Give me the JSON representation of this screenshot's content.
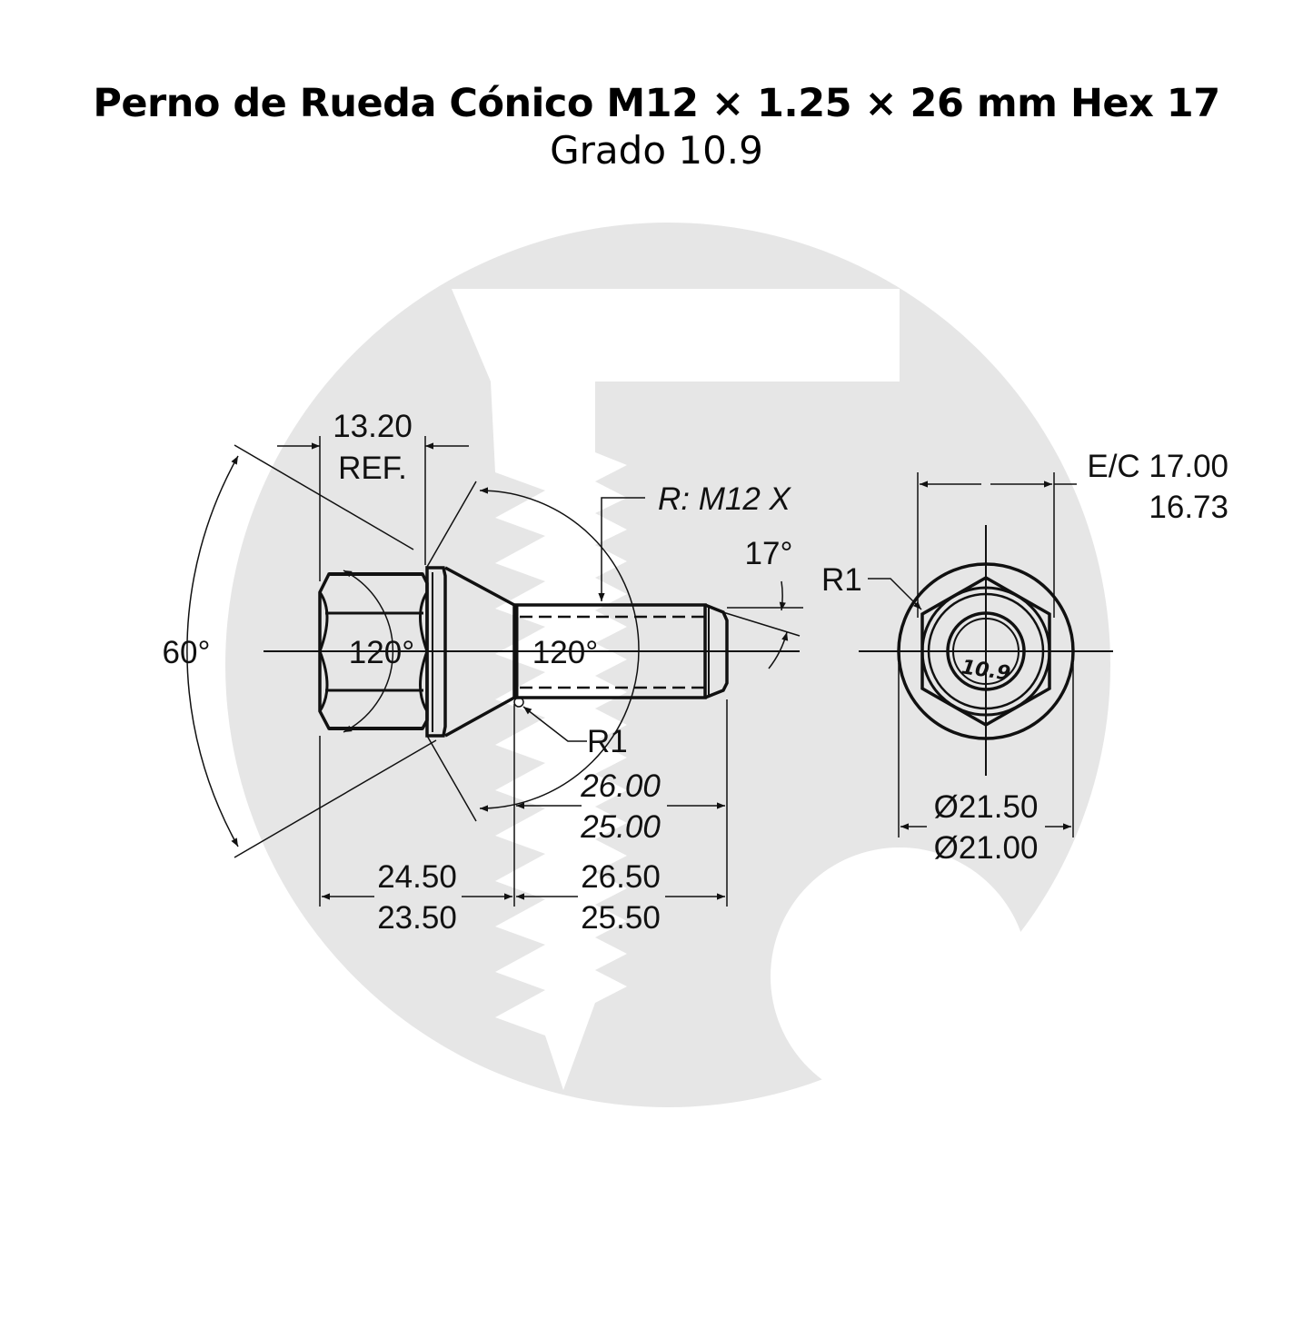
{
  "header": {
    "title": "Perno de Rueda Cónico M12 × 1.25 × 26 mm Hex 17",
    "subtitle": "Grado 10.9"
  },
  "colors": {
    "line": "#111111",
    "watermark": "#e6e6e6",
    "background": "#ffffff"
  },
  "dimensions": {
    "head_width": {
      "value": "13.20",
      "note": "REF."
    },
    "cone_angle": "60°",
    "hex_angle_left": "120°",
    "hex_angle_right": "120°",
    "thread": "R: M12 X",
    "tip_angle": "17°",
    "fillet_side": "R1",
    "fillet_end": "R1",
    "thread_length": {
      "max": "26.00",
      "min": "25.00"
    },
    "head_length": {
      "max": "24.50",
      "min": "23.50"
    },
    "shank_length": {
      "max": "26.50",
      "min": "25.50"
    },
    "across_flats": {
      "label": "E/C 17.00",
      "min": "16.73"
    },
    "flange_diameter": {
      "max": "Ø21.50",
      "min": "Ø21.00"
    },
    "grade_mark": "10.9"
  }
}
